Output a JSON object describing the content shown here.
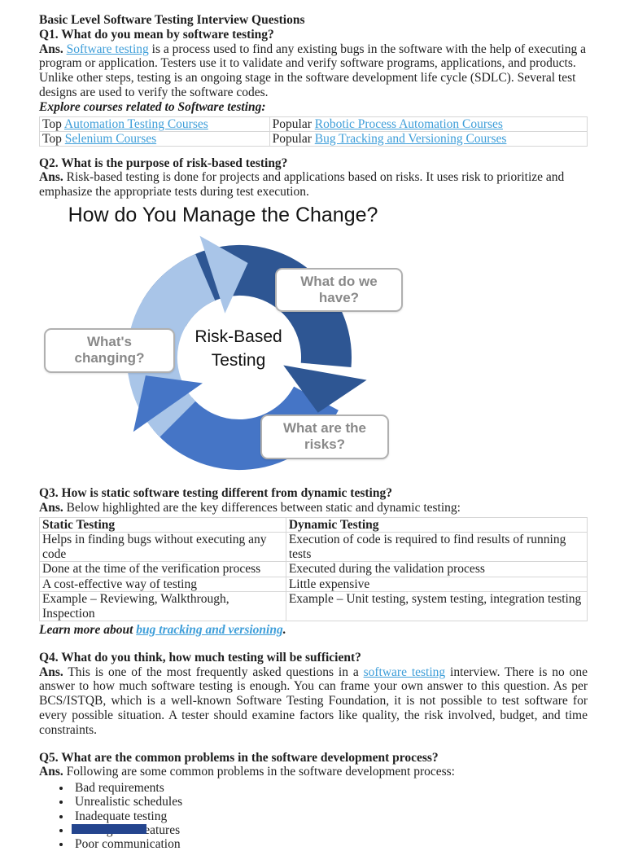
{
  "doc_title": "Basic Level Software Testing Interview Questions",
  "colors": {
    "link": "#3e9ed9",
    "footer_bar": "#24458e"
  },
  "q1": {
    "heading": "Q1. What do you mean by software testing?",
    "ans_label": "Ans.",
    "ans_link": "Software testing",
    "ans_rest": " is a process used to find any existing bugs in the software with the help of executing a program or application. Testers use it to validate and verify software programs, applications, and products. Unlike other steps, testing is an ongoing stage in the software development life cycle (SDLC). Several test designs are used to verify the software codes.",
    "explore": "Explore courses related to Software testing:"
  },
  "courses_table": {
    "rows": [
      {
        "prefix1": "Top ",
        "link1": "Automation Testing Courses",
        "prefix2": "Popular ",
        "link2": "Robotic Process Automation Courses"
      },
      {
        "prefix1": "Top ",
        "link1": "Selenium Courses",
        "prefix2": "Popular ",
        "link2": "Bug Tracking and Versioning Courses"
      }
    ]
  },
  "q2": {
    "heading": "Q2. What is the purpose of risk-based testing?",
    "ans_label": "Ans.",
    "ans_text": " Risk-based testing is done for projects and applications based on risks. It uses risk to prioritize and emphasize the appropriate tests during test execution."
  },
  "figure": {
    "title": "How do You Manage the Change?",
    "center_line1": "Risk-Based",
    "center_line2": "Testing",
    "label_have": "What do we\nhave?",
    "label_changing": "What's\nchanging?",
    "label_risks": "What are the\nrisks?",
    "colors": {
      "dark": "#2e5693",
      "medium": "#4575c6",
      "light": "#a9c5e8"
    }
  },
  "q3": {
    "heading": "Q3. How is static software testing different from dynamic testing?",
    "ans_label": "Ans.",
    "ans_text": " Below highlighted are the key differences between static and dynamic testing:",
    "table": {
      "headers": [
        "Static Testing",
        "Dynamic Testing"
      ],
      "rows": [
        [
          "Helps in finding bugs without executing any code",
          "Execution of code is required to find results of running tests"
        ],
        [
          "Done at the time of the verification process",
          "Executed during the validation process"
        ],
        [
          "A cost-effective way of testing",
          "Little expensive"
        ],
        [
          "Example – Reviewing, Walkthrough, Inspection",
          "Example – Unit testing, system testing, integration testing"
        ]
      ]
    },
    "learn_prefix": "Learn more about ",
    "learn_link": "bug tracking and versioning",
    "learn_suffix": "."
  },
  "q4": {
    "heading": "Q4. What do you think, how much testing will be sufficient?",
    "ans_label": "Ans.",
    "before_link": " This is one of the most frequently asked questions in a ",
    "link": "software testing",
    "after_link": " interview. There is no one answer to how much software testing is enough. You can frame your own answer to this question. As per BCS/ISTQB, which is a well-known Software Testing Foundation, it is not possible to test software for every possible situation. A tester should examine factors like quality, the risk involved, budget, and time constraints."
  },
  "q5": {
    "heading": "Q5. What are the common problems in the software development process?",
    "ans_label": "Ans.",
    "ans_text": "  Following are some common problems in the software development process:",
    "bullets": [
      "Bad requirements",
      "Unrealistic schedules",
      "Inadequate testing",
      "Adding new features",
      "Poor communication"
    ]
  }
}
